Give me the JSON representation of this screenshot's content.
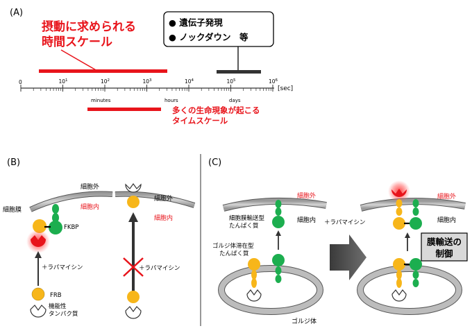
{
  "panel_a": {
    "label": "(A)",
    "stim_title_1": "摂動に求められる",
    "stim_title_2": "時間スケール",
    "box_line_1": "● 遺伝子発現",
    "box_line_2": "● ノックダウン　等",
    "axis_zero": "0",
    "axis_unit": "[sec]",
    "ticks": [
      {
        "base": "10",
        "exp": "1"
      },
      {
        "base": "10",
        "exp": "2"
      },
      {
        "base": "10",
        "exp": "3"
      },
      {
        "base": "10",
        "exp": "4"
      },
      {
        "base": "10",
        "exp": "5"
      },
      {
        "base": "10",
        "exp": "6"
      }
    ],
    "unit_minutes": "minutes",
    "unit_hours": "hours",
    "unit_days": "days",
    "life_text_1": "多くの生命現象が起こる",
    "life_text_2": "タイムスケール",
    "colors": {
      "red": "#e8141b",
      "dark": "#333333"
    }
  },
  "panel_b": {
    "label": "(B)",
    "membrane_left": "細胞膜",
    "outside_1": "細胞外",
    "inside_1": "細胞内",
    "fkbp": "FKBP",
    "rapamycin_1": "＋ラパマイシン",
    "frb": "FRB",
    "functional_1": "機能性",
    "functional_2": "タンパク質",
    "outside_2": "細胞外",
    "inside_2": "細胞内",
    "rapamycin_2": "＋ラパマイシン"
  },
  "panel_c": {
    "label": "(C)",
    "outside_1": "細胞外",
    "membrane_protein_1": "細胞膜輸送型",
    "membrane_protein_2": "たんぱく質",
    "inside_1": "細胞内",
    "golgi_protein_1": "ゴルジ体滞在型",
    "golgi_protein_2": "たんぱく質",
    "rapamycin": "＋ラパマイシン",
    "golgi": "ゴルジ体",
    "outside_2": "細胞外",
    "inside_2": "細胞内",
    "control_1": "膜輸送の",
    "control_2": "制御"
  }
}
